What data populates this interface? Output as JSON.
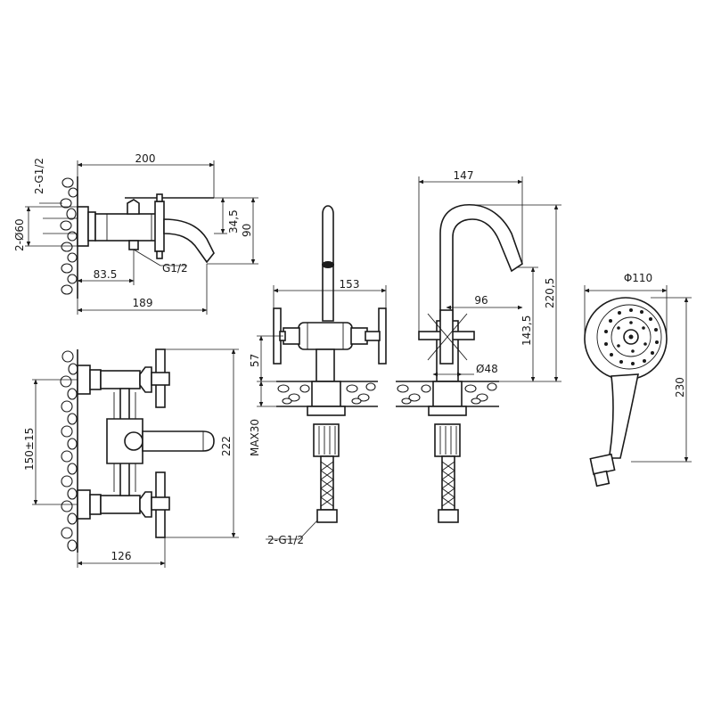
{
  "view_wall_mixer_side": {
    "width_total": "200",
    "thread_label": "2-G1/2",
    "pipe_diameter": "2-Ø60",
    "spout_drop": "34,5",
    "height": "90",
    "outlet_thread": "G1/2",
    "wall_to_center": "83.5",
    "overall_depth": "189"
  },
  "view_wall_mixer_front": {
    "center_distance": "150±15",
    "height": "222",
    "width": "126"
  },
  "view_basin_mixer_front": {
    "handle_span": "153",
    "height_above_deck": "57",
    "max_deck": "MAX30",
    "thread_label": "2-G1/2"
  },
  "view_basin_mixer_side": {
    "reach": "147",
    "spout_offset": "96",
    "spout_height": "143,5",
    "total_height": "220,5",
    "base_diameter": "Ø48"
  },
  "view_hand_shower": {
    "head_diameter": "Φ110",
    "length": "230"
  }
}
